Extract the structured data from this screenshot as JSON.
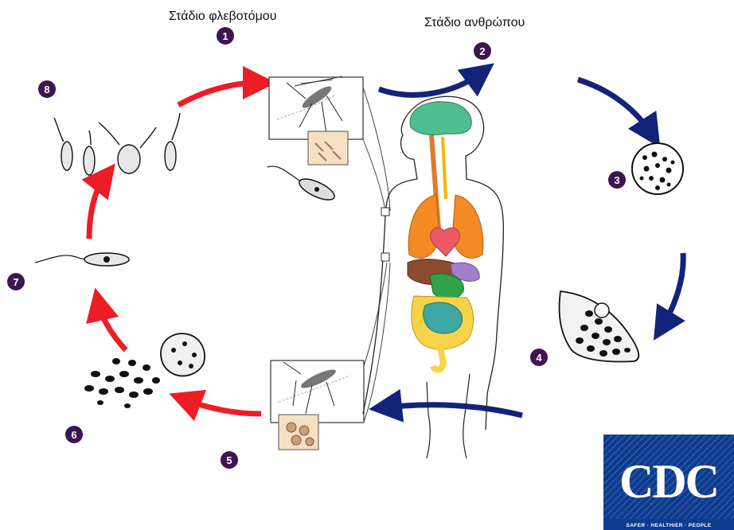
{
  "title_vector": "Στάδιο φλεβοτόμου",
  "title_human": "Στάδιο ανθρώπου",
  "steps": [
    "1",
    "2",
    "3",
    "4",
    "5",
    "6",
    "7",
    "8"
  ],
  "logo": {
    "text": "CDC",
    "tagline": "SAFER · HEALTHIER · PEOPLE"
  },
  "colors": {
    "step_badge": "#3d1650",
    "vector_arrow": "#ee1c24",
    "human_arrow": "#14237a",
    "logo_blue": "#0c3b8f"
  }
}
